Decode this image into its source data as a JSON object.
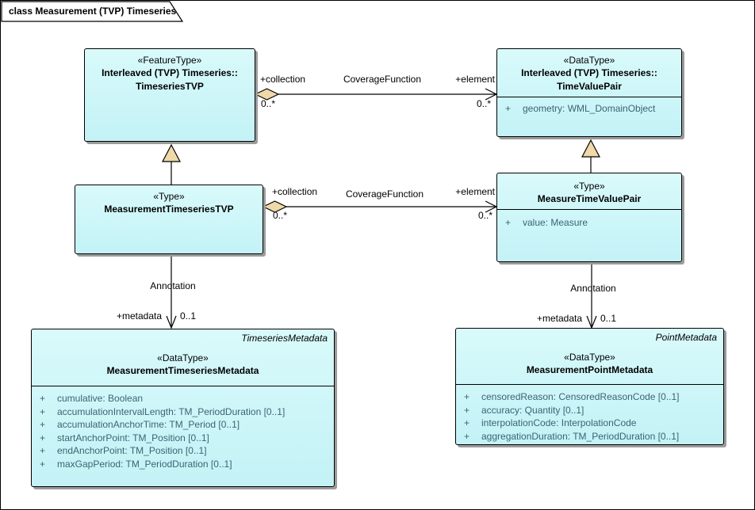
{
  "frame": {
    "title": "class Measurement (TVP) Timeseries"
  },
  "colors": {
    "box_fill": "#ccf5f8",
    "box_border": "#000000",
    "shadow": "#9b9b9b",
    "arrow_diamond_fill": "#f0d9a8",
    "attribute_text": "#3a6473"
  },
  "classes": {
    "timeseriesTVP": {
      "stereotype": "«FeatureType»",
      "name_line1": "Interleaved (TVP) Timeseries::",
      "name_line2": "TimeseriesTVP"
    },
    "timeValuePair": {
      "stereotype": "«DataType»",
      "name_line1": "Interleaved (TVP) Timeseries::",
      "name_line2": "TimeValuePair",
      "attributes": [
        {
          "vis": "+",
          "text": "geometry: WML_DomainObject"
        }
      ]
    },
    "measurementTimeseriesTVP": {
      "stereotype": "«Type»",
      "name": "MeasurementTimeseriesTVP"
    },
    "measureTimeValuePair": {
      "stereotype": "«Type»",
      "name": "MeasureTimeValuePair",
      "attributes": [
        {
          "vis": "+",
          "text": "value: Measure"
        }
      ]
    },
    "measurementTimeseriesMetadata": {
      "tag": "TimeseriesMetadata",
      "stereotype": "«DataType»",
      "name": "MeasurementTimeseriesMetadata",
      "attributes": [
        {
          "vis": "+",
          "text": "cumulative: Boolean"
        },
        {
          "vis": "+",
          "text": "accumulationIntervalLength: TM_PeriodDuration [0..1]"
        },
        {
          "vis": "+",
          "text": "accumulationAnchorTime: TM_Period [0..1]"
        },
        {
          "vis": "+",
          "text": "startAnchorPoint: TM_Position [0..1]"
        },
        {
          "vis": "+",
          "text": "endAnchorPoint: TM_Position [0..1]"
        },
        {
          "vis": "+",
          "text": "maxGapPeriod: TM_PeriodDuration [0..1]"
        }
      ]
    },
    "measurementPointMetadata": {
      "tag": "PointMetadata",
      "stereotype": "«DataType»",
      "name": "MeasurementPointMetadata",
      "attributes": [
        {
          "vis": "+",
          "text": "censoredReason: CensoredReasonCode [0..1]"
        },
        {
          "vis": "+",
          "text": "accuracy: Quantity [0..1]"
        },
        {
          "vis": "+",
          "text": "interpolationCode: InterpolationCode"
        },
        {
          "vis": "+",
          "text": "aggregationDuration: TM_PeriodDuration [0..1]"
        }
      ]
    }
  },
  "connectors": {
    "coverage_top": {
      "name": "CoverageFunction",
      "source_role": "+collection",
      "source_mult": "0..*",
      "target_role": "+element",
      "target_mult": "0..*"
    },
    "coverage_mid": {
      "name": "CoverageFunction",
      "source_role": "+collection",
      "source_mult": "0..*",
      "target_role": "+element",
      "target_mult": "0..*"
    },
    "annotation_left": {
      "name": "Annotation",
      "role": "+metadata",
      "mult": "0..1"
    },
    "annotation_right": {
      "name": "Annotation",
      "role": "+metadata",
      "mult": "0..1"
    }
  }
}
